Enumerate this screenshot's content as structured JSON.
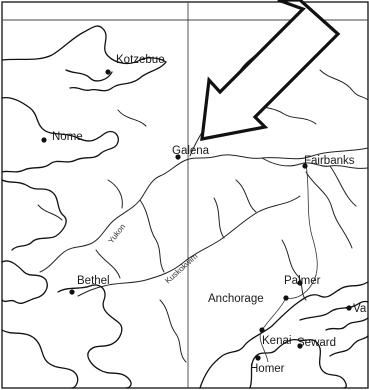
{
  "map": {
    "cities": [
      {
        "key": "kotzebue",
        "name": "Kotzebue"
      },
      {
        "key": "nome",
        "name": "Nome"
      },
      {
        "key": "galena",
        "name": "Galena"
      },
      {
        "key": "fairbanks",
        "name": "Fairbanks"
      },
      {
        "key": "bethel",
        "name": "Bethel"
      },
      {
        "key": "palmer",
        "name": "Palmer"
      },
      {
        "key": "anchorage",
        "name": "Anchorage"
      },
      {
        "key": "valdez",
        "name": "Va"
      },
      {
        "key": "kenai",
        "name": "Kenai"
      },
      {
        "key": "seward",
        "name": "Seward"
      },
      {
        "key": "homer",
        "name": "Homer"
      }
    ],
    "rivers": [
      {
        "key": "yukon",
        "name": "Yukon"
      },
      {
        "key": "kuskokwim",
        "name": "Kuskokwim"
      }
    ],
    "arrow": {
      "icon": "arrow-pointing-to-galena"
    },
    "colors": {
      "ink": "#111111",
      "background": "#ffffff"
    }
  }
}
